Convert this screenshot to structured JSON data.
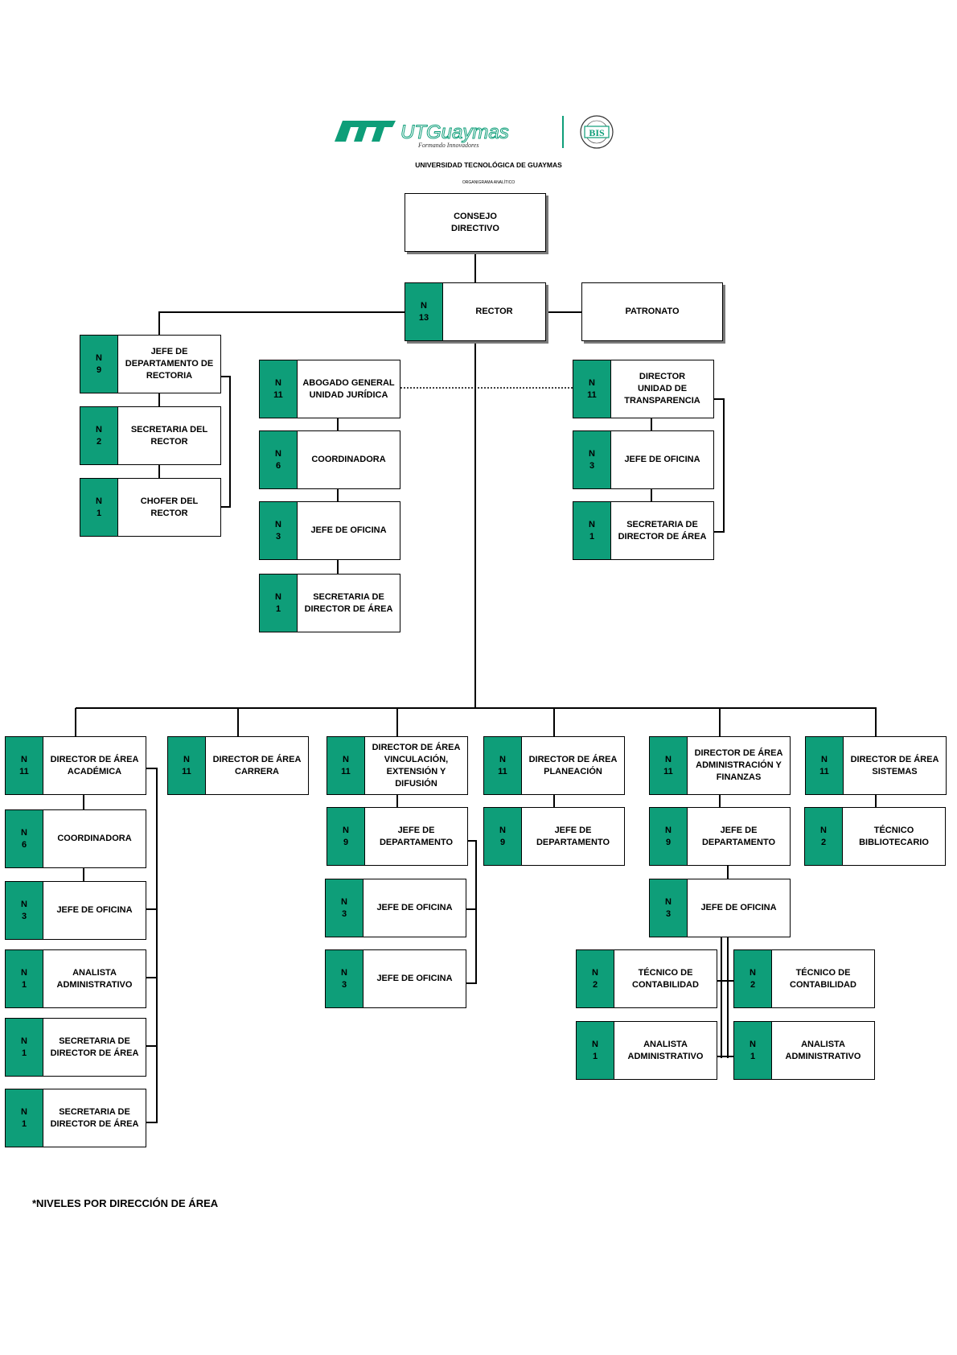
{
  "header": {
    "logo_text": "UTGuaymas",
    "logo_tagline": "Formando Innovadores",
    "seal_text": "BIS",
    "university": "UNIVERSIDAD TECNOLÓGICA DE GUAYMAS",
    "subtitle": "ORGANIGRAMA ANALÍTICO"
  },
  "colors": {
    "level_fill": "#0e9e79",
    "line": "#000000",
    "shadow": "#7a7a7a"
  },
  "level_prefix": "N",
  "nodes": {
    "consejo": {
      "label": "CONSEJO\nDIRECTIVO"
    },
    "rector": {
      "label": "RECTOR",
      "level": "13"
    },
    "patronato": {
      "label": "PATRONATO"
    },
    "jefe_rectoria": {
      "label": "JEFE DE\nDEPARTAMENTO DE\nRECTORIA",
      "level": "9"
    },
    "secretaria_rector": {
      "label": "SECRETARIA DEL\nRECTOR",
      "level": "2"
    },
    "chofer": {
      "label": "CHOFER DEL RECTOR",
      "level": "1"
    },
    "abogado": {
      "label": "ABOGADO GENERAL\nUNIDAD JURÍDICA",
      "level": "11"
    },
    "jur_coord": {
      "label": "COORDINADORA",
      "level": "6"
    },
    "jur_jefe": {
      "label": "JEFE DE OFICINA",
      "level": "3"
    },
    "jur_sec": {
      "label": "SECRETARIA DE\nDIRECTOR DE ÁREA",
      "level": "1"
    },
    "transp": {
      "label": "DIRECTOR\nUNIDAD DE\nTRANSPARENCIA",
      "level": "11"
    },
    "transp_jefe": {
      "label": "JEFE DE OFICINA",
      "level": "3"
    },
    "transp_sec": {
      "label": "SECRETARIA DE\nDIRECTOR DE ÁREA",
      "level": "1"
    },
    "acad": {
      "label": "DIRECTOR DE ÁREA\nACADÉMICA",
      "level": "11"
    },
    "acad_coord": {
      "label": "COORDINADORA",
      "level": "6"
    },
    "acad_jefe": {
      "label": "JEFE DE OFICINA",
      "level": "3"
    },
    "acad_analista": {
      "label": "ANALISTA\nADMINISTRATIVO",
      "level": "1"
    },
    "acad_sec1": {
      "label": "SECRETARIA DE\nDIRECTOR DE ÁREA",
      "level": "1"
    },
    "acad_sec2": {
      "label": "SECRETARIA DE\nDIRECTOR DE ÁREA",
      "level": "1"
    },
    "carrera": {
      "label": "DIRECTOR DE ÁREA\nCARRERA",
      "level": "11"
    },
    "vinc": {
      "label": "DIRECTOR DE ÁREA\nVINCULACIÓN,\nEXTENSIÓN Y\nDIFUSIÓN",
      "level": "11"
    },
    "vinc_jefe_depto": {
      "label": "JEFE DE\nDEPARTAMENTO",
      "level": "9"
    },
    "vinc_jefe1": {
      "label": "JEFE DE OFICINA",
      "level": "3"
    },
    "vinc_jefe2": {
      "label": "JEFE DE OFICINA",
      "level": "3"
    },
    "plan": {
      "label": "DIRECTOR DE ÁREA\nPLANEACIÓN",
      "level": "11"
    },
    "plan_jefe_depto": {
      "label": "JEFE DE\nDEPARTAMENTO",
      "level": "9"
    },
    "admin": {
      "label": "DIRECTOR DE ÁREA\nADMINISTRACIÓN Y\nFINANZAS",
      "level": "11"
    },
    "admin_jefe_depto": {
      "label": "JEFE DE\nDEPARTAMENTO",
      "level": "9"
    },
    "admin_jefe_ofi": {
      "label": "JEFE DE OFICINA",
      "level": "3"
    },
    "admin_tec1": {
      "label": "TÉCNICO DE\nCONTABILIDAD",
      "level": "2"
    },
    "admin_tec2": {
      "label": "TÉCNICO DE\nCONTABILIDAD",
      "level": "2"
    },
    "admin_an1": {
      "label": "ANALISTA\nADMINISTRATIVO",
      "level": "1"
    },
    "admin_an2": {
      "label": "ANALISTA\nADMINISTRATIVO",
      "level": "1"
    },
    "sist": {
      "label": "DIRECTOR DE ÁREA\nSISTEMAS",
      "level": "11"
    },
    "sist_tec": {
      "label": "TÉCNICO\nBIBLIOTECARIO",
      "level": "2"
    }
  },
  "footer_note": "*NIVELES POR DIRECCIÓN DE ÁREA"
}
